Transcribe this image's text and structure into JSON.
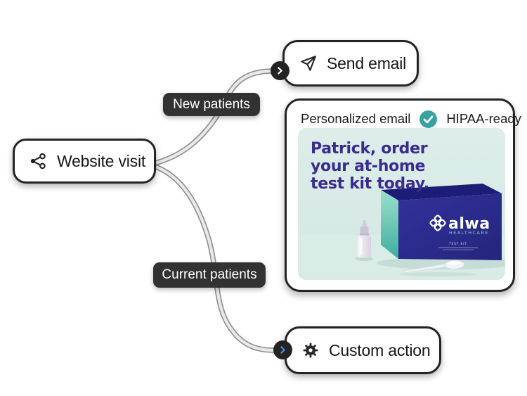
{
  "flow": {
    "website_visit": {
      "label": "Website visit",
      "icon": "share-network"
    },
    "send_email": {
      "label": "Send email",
      "icon": "paper-plane"
    },
    "custom_action": {
      "label": "Custom action",
      "icon": "gear"
    },
    "branches": {
      "new_patients": {
        "label": "New patients"
      },
      "current_patients": {
        "label": "Current patients"
      }
    }
  },
  "email_card": {
    "title": "Personalized email",
    "compliance_badge": "HIPAA-ready",
    "compliance_icon": "check-circle",
    "preview": {
      "headline_lines": [
        "Patrick, order",
        "your at-home",
        "test kit today."
      ],
      "brand_name": "alwa",
      "brand_tagline": "HEALTHCARE",
      "box_label": "TEST KIT"
    }
  },
  "colors": {
    "node_border": "#232323",
    "pill_background": "#323232",
    "check_teal": "#36a3a1",
    "headline_purple": "#3a2b91",
    "box_indigo": "#2b2b8f",
    "box_top_navy": "#1d1d78",
    "box_side_teal": "#3fae9e",
    "chevron_blue": "#4a8ee0",
    "preview_mint": "#d9eae6",
    "connector_gray": "#8f8f8f"
  }
}
